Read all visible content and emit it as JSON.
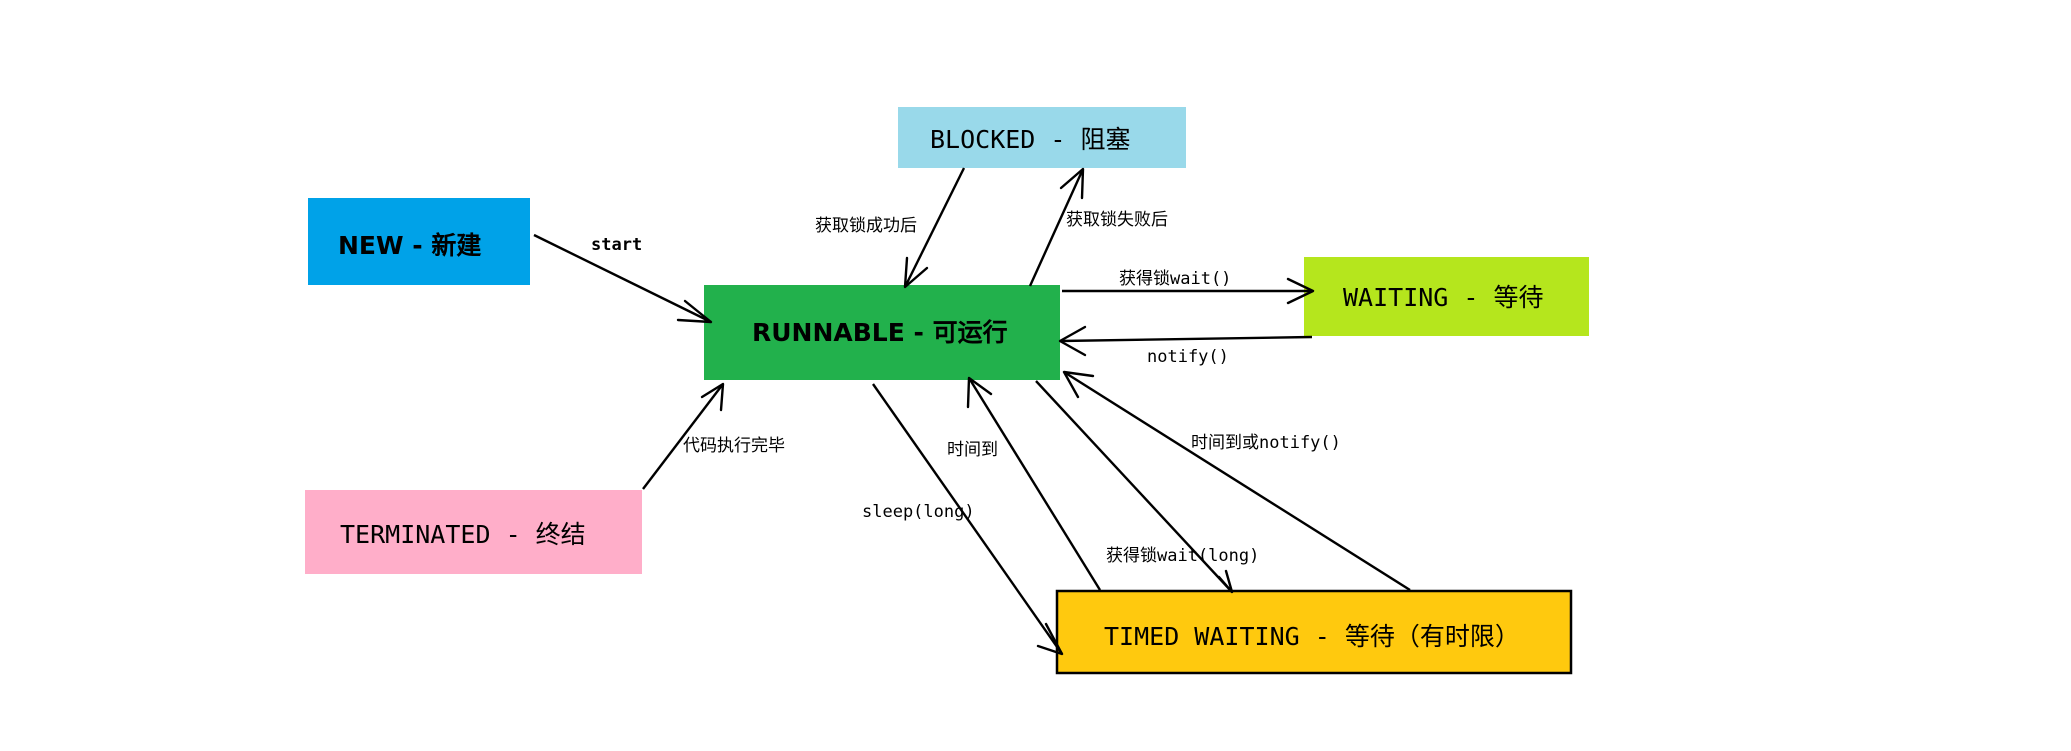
{
  "states": {
    "new": {
      "label": "NEW - 新建",
      "color": "#00a2e8"
    },
    "runnable": {
      "label": "RUNNABLE - 可运行",
      "color": "#22b14c"
    },
    "blocked": {
      "label": "BLOCKED - 阻塞",
      "color": "#99d9ea"
    },
    "waiting": {
      "label": "WAITING - 等待",
      "color": "#b5e61d"
    },
    "terminated": {
      "label": "TERMINATED - 终结",
      "color": "#ffaec9"
    },
    "timed_waiting": {
      "label": "TIMED WAITING - 等待（有时限）",
      "color": "#ffc90e"
    }
  },
  "transitions": {
    "start": "start",
    "acquire_lock_success": "获取锁成功后",
    "acquire_lock_fail": "获取锁失败后",
    "wait": "获得锁wait()",
    "notify": "notify()",
    "code_finished": "代码执行完毕",
    "timeout": "时间到",
    "sleep": "sleep(long)",
    "timeout_or_notify": "时间到或notify()",
    "wait_long": "获得锁wait(long)"
  }
}
